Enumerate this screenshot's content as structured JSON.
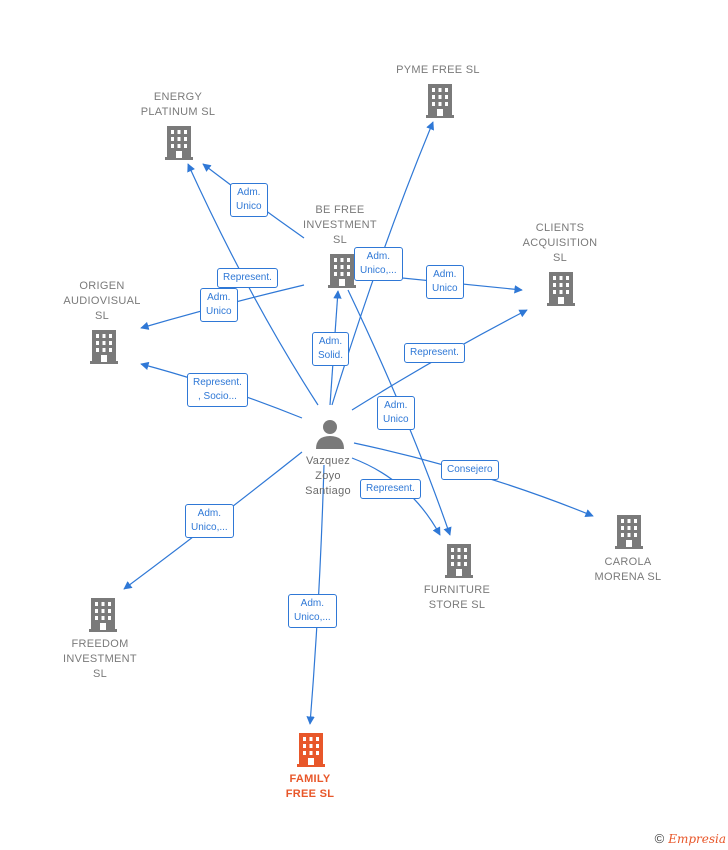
{
  "center": {
    "name": "Vazquez\nZoyo\nSantiago"
  },
  "companies": [
    {
      "id": "energy",
      "name": "ENERGY\nPLATINUM  SL"
    },
    {
      "id": "pyme",
      "name": "PYME FREE  SL"
    },
    {
      "id": "befree",
      "name": "BE FREE\nINVESTMENT\nSL"
    },
    {
      "id": "clients",
      "name": "CLIENTS\nACQUISITION\nSL"
    },
    {
      "id": "origen",
      "name": "ORIGEN\nAUDIOVISUAL\nSL"
    },
    {
      "id": "furniture",
      "name": "FURNITURE\nSTORE  SL"
    },
    {
      "id": "carola",
      "name": "CAROLA\nMORENA  SL"
    },
    {
      "id": "freedom",
      "name": "FREEDOM\nINVESTMENT\nSL"
    },
    {
      "id": "family",
      "name": "FAMILY\nFREE  SL",
      "highlight": true
    }
  ],
  "relations": [
    {
      "id": "r1",
      "label": "Adm.\nUnico"
    },
    {
      "id": "r2",
      "label": "Represent."
    },
    {
      "id": "r3",
      "label": "Adm.\nUnico,..."
    },
    {
      "id": "r4",
      "label": "Adm.\nUnico"
    },
    {
      "id": "r5",
      "label": "Adm.\nUnico"
    },
    {
      "id": "r6",
      "label": "Adm.\nSolid."
    },
    {
      "id": "r7",
      "label": "Represent."
    },
    {
      "id": "r8",
      "label": "Represent.\n, Socio..."
    },
    {
      "id": "r9",
      "label": "Adm.\nUnico"
    },
    {
      "id": "r10",
      "label": "Consejero"
    },
    {
      "id": "r11",
      "label": "Represent."
    },
    {
      "id": "r12",
      "label": "Adm.\nUnico,..."
    },
    {
      "id": "r13",
      "label": "Adm.\nUnico,..."
    }
  ],
  "colors": {
    "edge": "#2f78d6",
    "node": "#7a7a7a",
    "highlight": "#e8572a"
  },
  "footer": {
    "copyright": "©",
    "brand": "Empresia"
  }
}
